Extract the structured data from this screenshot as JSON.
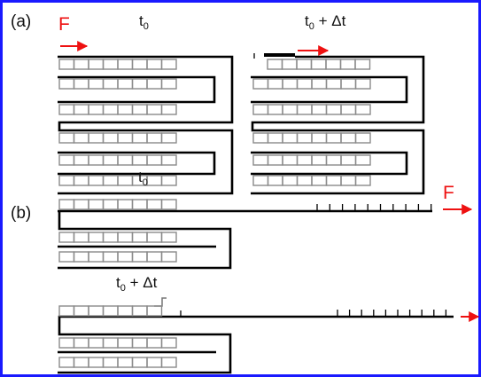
{
  "colors": {
    "border": "#1a1aff",
    "structure": "#000000",
    "cell": "#8a8a8a",
    "arrow": "#ee1111"
  },
  "panel_a": {
    "label": "(a)",
    "force_label": "F",
    "t0_label": "t",
    "t0_sub": "0",
    "t1_label": "t",
    "t1_sub": "0",
    "t1_suffix": " + Δt"
  },
  "panel_b": {
    "label": "(b)",
    "force_label": "F",
    "t0_label": "t",
    "t0_sub": "0",
    "t1_label": "t",
    "t1_sub": "0",
    "t1_suffix": " + Δt"
  },
  "icons": {
    "force_arrow": "right-arrow-icon",
    "cell_row": "segmented-row-icon"
  }
}
